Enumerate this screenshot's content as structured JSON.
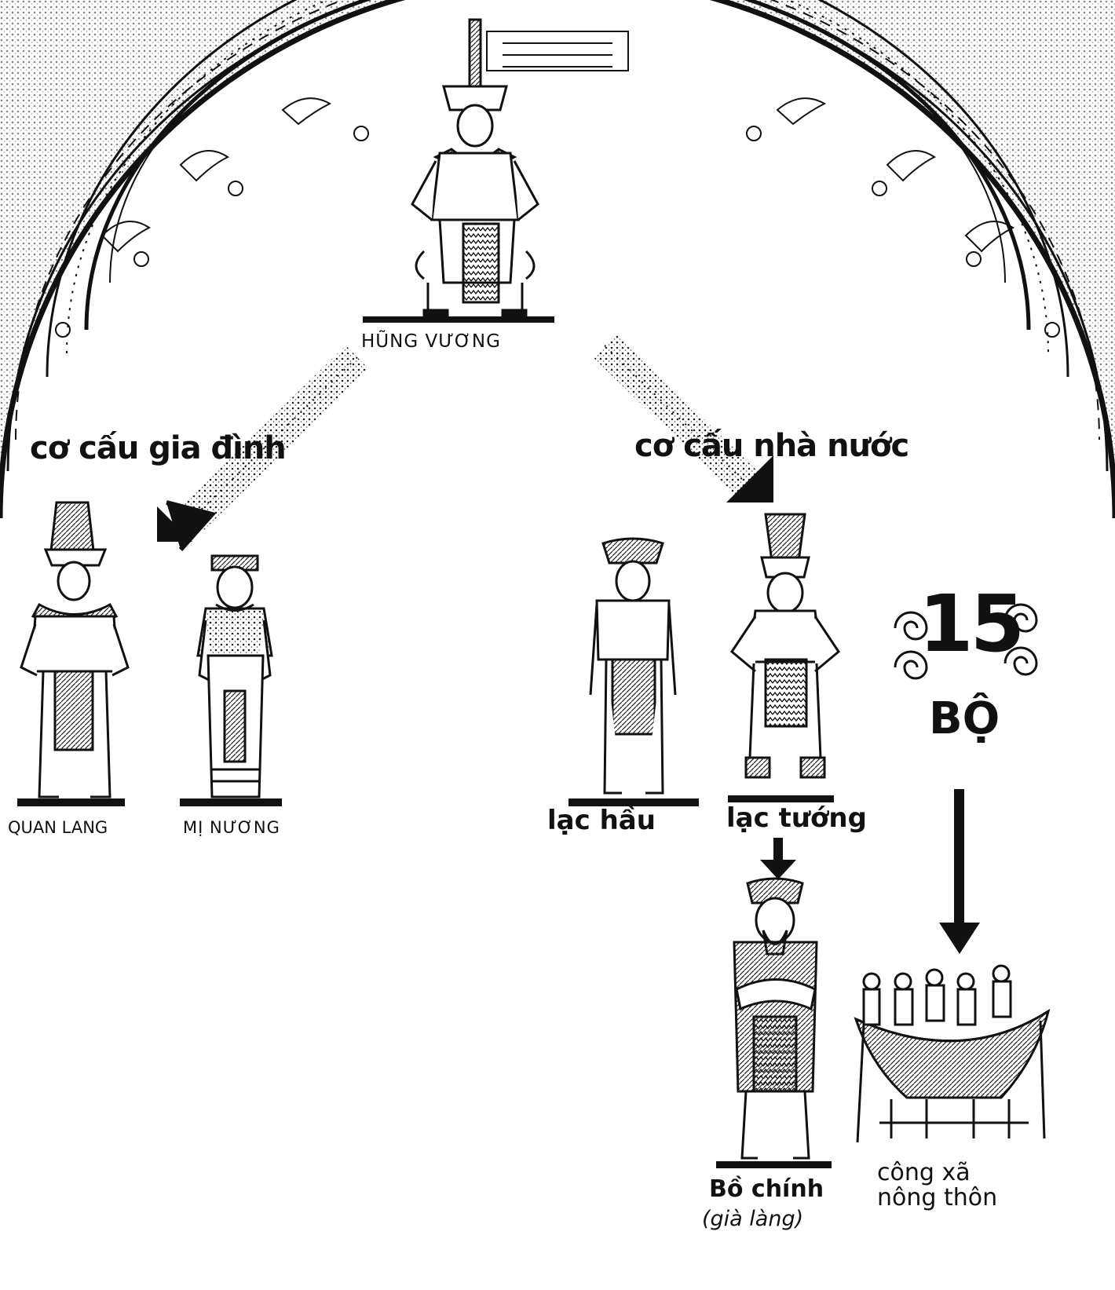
{
  "king": {
    "label": "HŨNG VƯƠNG"
  },
  "branches": {
    "family": {
      "label": "cơ cấu gia đình"
    },
    "state": {
      "label": "cơ cấu nhà nước"
    }
  },
  "family_members": [
    {
      "label": "QUAN LANG"
    },
    {
      "label": "MỊ NƯƠNG"
    }
  ],
  "officials": [
    {
      "label": "lạc hầu"
    },
    {
      "label": "lạc tướng"
    }
  ],
  "divisions": {
    "number": "15",
    "unit": "BỘ"
  },
  "local": {
    "chief": {
      "label": "Bồ chính",
      "note": "(già làng)"
    },
    "commune": {
      "line1": "công xã",
      "line2": "nông thôn"
    }
  }
}
